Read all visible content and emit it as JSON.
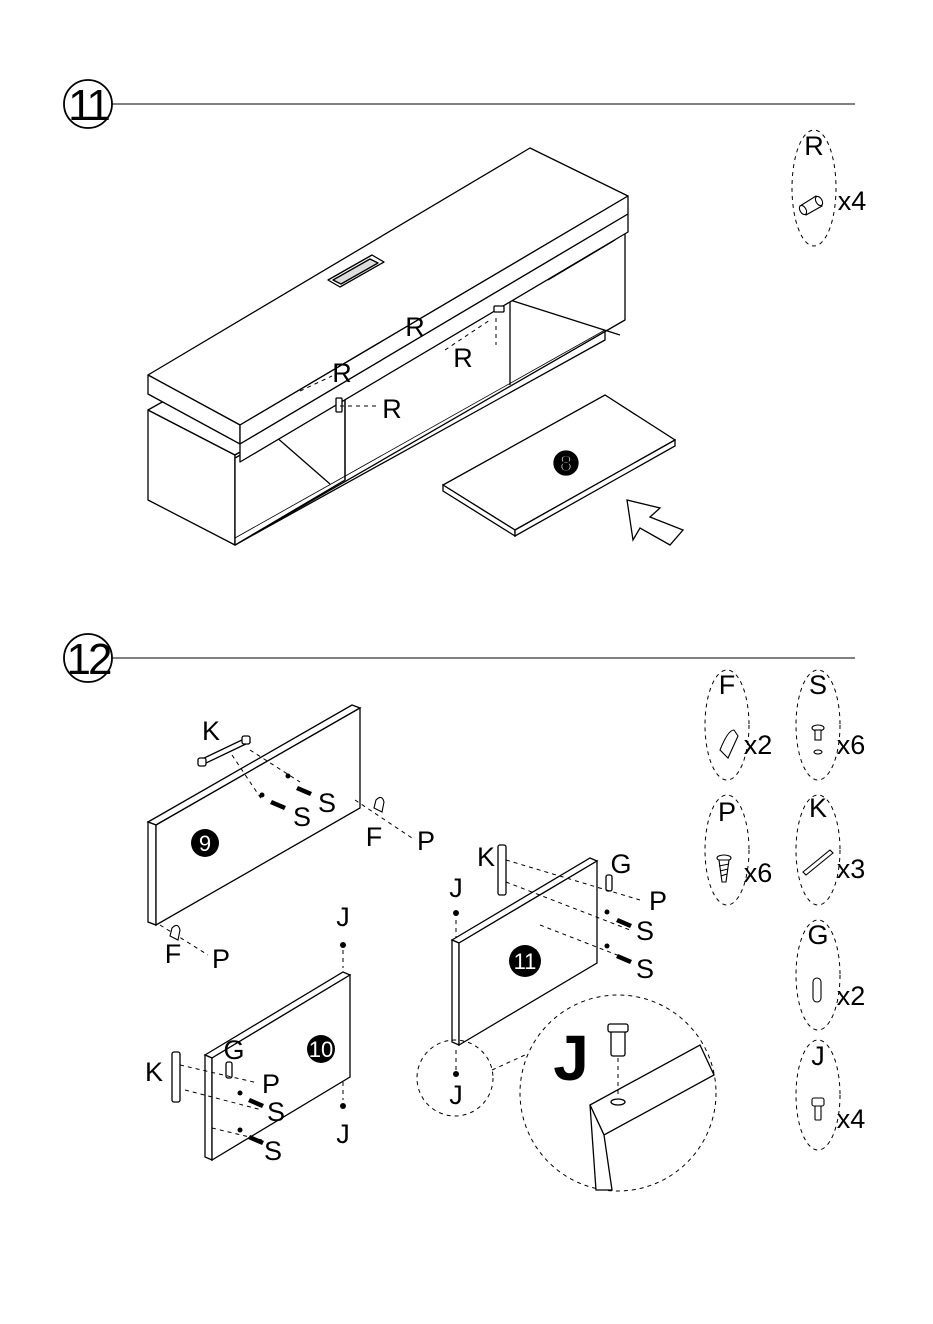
{
  "steps": [
    {
      "number": "11",
      "callouts": [
        "R",
        "R",
        "R",
        "R"
      ],
      "part_marker": "8",
      "parts": [
        {
          "letter": "R",
          "qty": "x4"
        }
      ]
    },
    {
      "number": "12",
      "panel_markers": [
        "9",
        "10",
        "11"
      ],
      "panel9_labels": {
        "handle": "K",
        "screw_a": "S",
        "screw_b": "S",
        "hinge_top": "F",
        "pin_top": "P",
        "hinge_bot": "F",
        "pin_bot": "P"
      },
      "panel10_labels": {
        "handle": "K",
        "guide": "G",
        "pin": "P",
        "screw_a": "S",
        "screw_b": "S",
        "cap_top": "J",
        "cap_bot": "J"
      },
      "panel11_labels": {
        "handle": "K",
        "guide": "G",
        "pin": "P",
        "screw_a": "S",
        "screw_b": "S",
        "cap_top": "J",
        "cap_bot": "J"
      },
      "detail_label": "J",
      "parts": [
        {
          "letter": "F",
          "qty": "x2"
        },
        {
          "letter": "S",
          "qty": "x6"
        },
        {
          "letter": "P",
          "qty": "x6"
        },
        {
          "letter": "K",
          "qty": "x3"
        },
        {
          "letter": "G",
          "qty": "x2"
        },
        {
          "letter": "J",
          "qty": "x4"
        }
      ]
    }
  ]
}
